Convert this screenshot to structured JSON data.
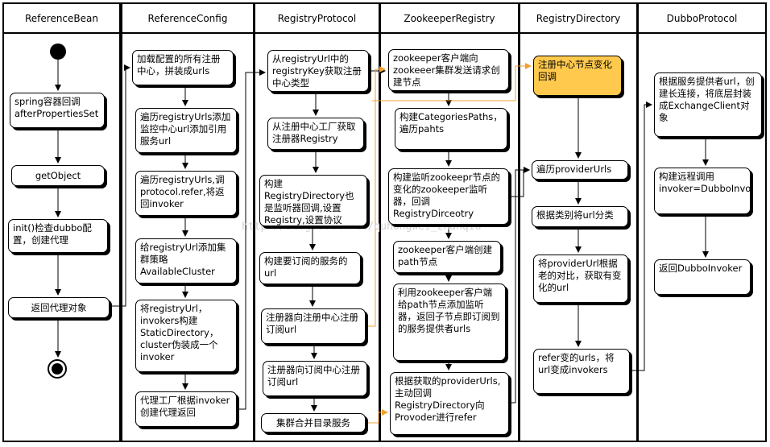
{
  "lanes": [
    {
      "title": "ReferenceBean"
    },
    {
      "title": "ReferenceConfig"
    },
    {
      "title": "RegistryProtocol"
    },
    {
      "title": "ZookeeperRegistry"
    },
    {
      "title": "RegistryDirectory"
    },
    {
      "title": "DubboProtocol"
    }
  ],
  "nodes": {
    "rb_spring": "spring容器回调afterPropertiesSet",
    "rb_getobject": "getObject",
    "rb_init": "init()检查dubbo配置，创建代理",
    "rb_return": "返回代理对象",
    "rc_load": "加载配置的所有注册中心，拼装成urls",
    "rc_iter_reg": "遍历registryUrls添加监控中心url添加引用服务url",
    "rc_iter_refer": "遍历registryUrls,调protocol.refer,将返回invoker",
    "rc_cluster": "给registryUrl添加集群策略AvailableCluster",
    "rc_static": "将registryUrl，invokers构建StaticDirectory，cluster伪装成一个invoker",
    "rc_proxy": "代理工厂根据invoker创建代理返回",
    "rp_get_reg": "从registryUrl中的registryKey获取注册中心类型",
    "rp_factory": "从注册中心工厂获取注册器Registry",
    "rp_build_dir": "构建RegistryDirectory也是监听器回调,设置Registry,设置协议",
    "rp_build_url": "构建要订阅的服务的url",
    "rp_register": "注册器向注册中心注册订阅url",
    "rp_subscribe": "注册器向订阅中心注册订阅url",
    "rp_merge": "集群合并目录服务",
    "zk_client": "zookeeper客户端向zookeeer集群发送请求创建节点",
    "zk_paths": "构建CategoriesPaths，遍历pahts",
    "zk_listener": "构建监听zookeepr节点的变化的zookeeper监听器，回调RegistryDirceotry",
    "zk_create": "zookeeper客户端创建path节点",
    "zk_add": "利用zookeeper客户端给path节点添加监听器，返回子节点即订阅到的服务提供者urls",
    "zk_notify": "根据获取的providerUrls,主动回调RegistryDirectory向Provoder进行refer",
    "rd_change": "注册中心节点变化回调",
    "rd_iter": "遍历providerUrls",
    "rd_classify": "根据类别将url分类",
    "rd_compare": "将providerUrl根据老的对比，获取有变化的url",
    "rd_refer": "refer变的urls，将url变成invokers",
    "dp_conn": "根据服务提供者url，创建长连接，将底层封装成ExchangeClient对象",
    "dp_build": "构建远程调用invoker=DubboInvoker",
    "dp_return": "返回DubboInvoker"
  },
  "watermark": "http://blog.csdn.net/quhongwei_zhanqiu",
  "colors": {
    "highlight": "#ffc94d",
    "orange_line": "#f0a030",
    "line": "#000000"
  }
}
